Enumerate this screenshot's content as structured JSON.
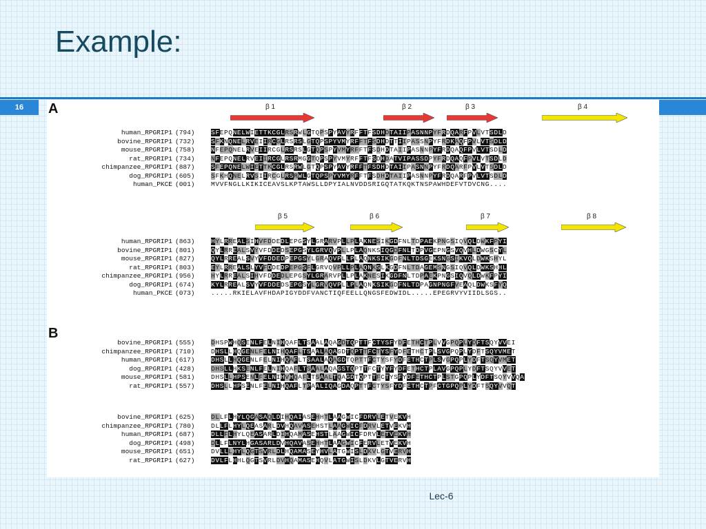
{
  "slide": {
    "title": "Example:",
    "number": "16",
    "footer": "Lec-6"
  },
  "figure": {
    "panel_a_label": "A",
    "panel_b_label": "B",
    "block1": {
      "arrows": [
        {
          "label": "β 1",
          "color": "#e53935"
        },
        {
          "label": "β 2",
          "color": "#e53935"
        },
        {
          "label": "β 3",
          "color": "#e53935"
        },
        {
          "label": "β 4",
          "color": "#f2e600"
        }
      ],
      "rows": [
        {
          "name": "human_RPGRIP1",
          "num": "(794)",
          "seq": "SFEPQNELWIETTKCGLRSRWLGTQPSPYAVYRFFTFSDHDTAIIPASNNPYFRDQARFPVLVTSDLD"
        },
        {
          "name": "bovine_RPGRIP1",
          "num": "(732)",
          "seq": "SFKNQNELRVEIIRCGLRSRSLGTQPSPYVMYRFFTFSDHDTTIIPASSNPYFRDKAQFPVLVTSDLD"
        },
        {
          "name": "mouse_RPGRIP1",
          "num": "(758)",
          "seq": "NFEPQNELRVEIIRCGLRSRSLGTQPSPYVMYRFFTFSDHDTAIIPASNNPYFRDQAQFPVLVTSDLD"
        },
        {
          "name": "rat_RPGRIP1",
          "num": "(734)",
          "seq": "NFEPQNELRVEIIRCGLRSRMGGTQPSPYVMYRFFTFSDHDATVIPASSDPYFRDQAQFPVLVTSDLD"
        },
        {
          "name": "chimpanzee_RPGRIP1",
          "num": "(887)",
          "seq": "SFEPQNELWIETTKCGLRSRWLGTQPSPYAVYRFFTFSDHDTAIIPASNNPYFRDQARFPVLVTSDLD"
        },
        {
          "name": "dog_RPGRIP1",
          "num": "(605)",
          "seq": "SFKHQNELRVSIIRCGLRSRWLGTQPSPYVMYRFFTFSDHDTAIIPASNNPYFRDQARFPVLVTSDLD"
        },
        {
          "name": "human_PKCE",
          "num": "(001)",
          "seq": "MVVFNGLLKIKICEAVSLKPTAWSLLDPYIALNVDDSRIGQTATKQKTNSPAWHDEFVTDVCNG...."
        }
      ]
    },
    "block2": {
      "arrows": [
        {
          "label": "β 5",
          "color": "#f2e600"
        },
        {
          "label": "β 6",
          "color": "#f2e600"
        },
        {
          "label": "β 7",
          "color": "#f2e600"
        },
        {
          "label": "β 8",
          "color": "#f2e600"
        }
      ],
      "rows": [
        {
          "name": "human_RPGRIP1",
          "num": "(863)",
          "seq": "HYLRREALSIHVFDDEDLEPGSYLGRARVPLLPLAKNESIKGDFNLTDPAEKPNGSIQVQLDWKFPYI"
        },
        {
          "name": "bovine_RPGRIP1",
          "num": "(801)",
          "seq": "QYLRREALSVYVFDDEDSEPGSYLGRVQVPLLPLAQNKSIQGDFNLTDPVGEPNGSVQVHLDWGSCYL"
        },
        {
          "name": "mouse_RPGRIP1",
          "num": "(827)",
          "seq": "QYLRREALSVYVFDDEDPEPGSYLGRAQVPLLPLAQNKSIKGDFNLTDSGEKSNGSIKVQLDWKSHYL"
        },
        {
          "name": "rat_RPGRIP1",
          "num": "(803)",
          "seq": "EYLRREALSLYVFDDEDPEPGSFLGRVQVPLLPLAQNKSLKGDFNLTDAGEMSNGSIQVQLDWKSHHL"
        },
        {
          "name": "chimpanzee_RPGRIP1",
          "num": "(956)",
          "seq": "HYLRREALSIHVFDDEDLEPGSYLGRARVPLLPLAKNESIKGDFNLTDPAEKPNGSIQVQLDWKFPYI"
        },
        {
          "name": "dog_RPGRIP1",
          "num": "(674)",
          "seq": "KYLRREALSVYVFDDEDSEPGSYLGRVQVPLLPLAQNKSIKGDFNLTDPAGNPNGFVEAQLDWKSFYQ"
        },
        {
          "name": "human_PKCE",
          "num": "(073)",
          "seq": ".....RKIELAVFHDAPIGYDDFVANCTIQFEELLQNGSFEDWIDL.....EPEGRVYVIIDLSGS.."
        }
      ]
    },
    "block3": {
      "rows": [
        {
          "name": "bovine_RPGRIP1",
          "num": "(555)",
          "seq": "DHSPWHQSENLFELNIHQAFLTSAALAQAGDTQPTTFCTYSFYDFETHCTPLVVGPQPLYDFTSQYVVEI"
        },
        {
          "name": "chimpanzee_RPGRIP1",
          "num": "(710)",
          "seq": "DHSLLHQGENLFELNIHQAFLTSAALAQAGDTQPTTFCTYSFYDFETHCTPLSVGPQPLYDFTSQYVMET"
        },
        {
          "name": "human_RPGRIP1",
          "num": "(617)",
          "seq": "DHSLLHQGENLFELNIHQAFLTSAALAQAGDTQPTTFCTYSFYDFETHCTPLSVGPQPLYDFTSQYVMET"
        },
        {
          "name": "dog_RPGRIP1",
          "num": "(428)",
          "seq": "DHSLLHKSENLFELNIHQAFLTSAALAQAGSTQPTTFCTYYFYDFETHCTPLAVGPQPLYDFTSQYVVET"
        },
        {
          "name": "mouse_RPGRIP1",
          "num": "(581)",
          "seq": "DHSLLHPSENLFELNIHVHQAFLTSAALTQAGDTQPTTFCTYSFYDFETHCTPLSTGPQPLYDFTSQYVVQA"
        },
        {
          "name": "rat_RPGRIP1",
          "num": "(557)",
          "seq": "DHSLLHPSENLFELNIHQAFLTPAALIQAGDAQPTTFCTYSFYDFETHCTPFCTGPQPLYDFTSQYVVQT"
        }
      ]
    },
    "block4": {
      "rows": [
        {
          "name": "bovine_RPGRIP1",
          "num": "(625)",
          "seq": "DLLFLHYLQGASAQLDIHQAIASEHHTLAAGWICFDRVLETVEKVH"
        },
        {
          "name": "chimpanzee_RPGRIP1",
          "num": "(780)",
          "seq": "DLLFLHYLQEASARLDVHQAVASEHSTLAAGWICFDRVLETVEKVH"
        },
        {
          "name": "human_RPGRIP1",
          "num": "(687)",
          "seq": "DLLFLHYLQEASARLDIHQAMASEHSTLAAGWICFDRVLETVEKVH"
        },
        {
          "name": "dog_RPGRIP1",
          "num": "(498)",
          "seq": "DLLFLNYLHGASARLDVHQAVASEHHTLAAGWICFERVLETVEKVH"
        },
        {
          "name": "mouse_RPGRIP1",
          "num": "(651)",
          "seq": "DVLLLHYLQGTSVRLDLHQAMASEYHVLATGWISLDKVLGTVERVH"
        },
        {
          "name": "rat_RPGRIP1",
          "num": "(627)",
          "seq": "DVLFLHHLQGTSVRLDVHQAMASEHQVLATGWISLDKVLGTVERVH"
        }
      ]
    }
  }
}
